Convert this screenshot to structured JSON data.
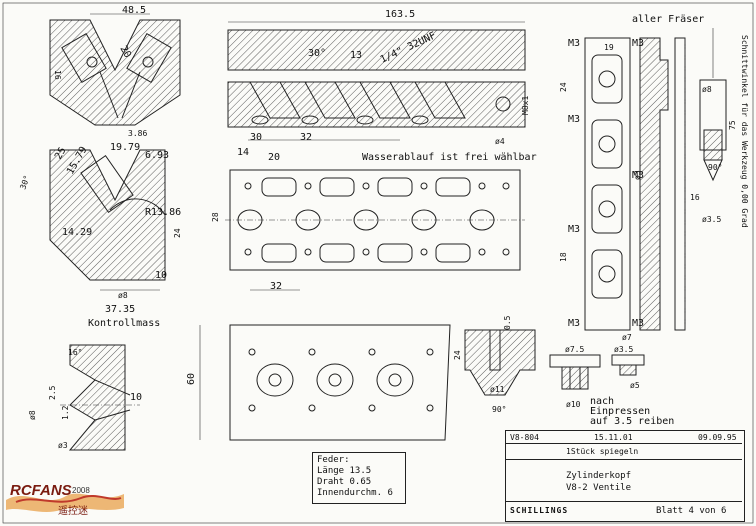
{
  "drawing": {
    "title_part": "Zylinderkopf",
    "title_variant": "V8-2 Ventile",
    "sheet": "Blatt 4 von 6",
    "drawing_no": "V8-804",
    "date_1": "15.11.01",
    "date_2": "09.09.95",
    "note_mirror": "1Stück spiegeln",
    "company": "SCHILLINGS"
  },
  "notes": {
    "fraser": "aller Fräser",
    "schnitt": "Schnittwinkel für das Werkzeug 0,00 Grad",
    "wasser": "Wasserablauf ist frei wählbar",
    "kontroll": "Kontrollmass",
    "nach": "nach",
    "einpressen": "Einpressen",
    "reiben": "auf 3.5 reiben"
  },
  "spring": {
    "heading": "Feder:",
    "laenge": "Länge 13.5",
    "draht": "Draht 0.65",
    "innen": "Innendurchm. 6"
  },
  "dims": {
    "d48_5": "48.5",
    "d163_5": "163.5",
    "d30deg": "30°",
    "d13": "13",
    "d1_4": "1/4\" 32UNF",
    "d30": "30",
    "d32": "32",
    "d14": "14",
    "d20": "20",
    "d28": "28",
    "d32b": "32",
    "d19_79": "19.79",
    "d6_93": "6.93",
    "d25": "25",
    "d15_79": "15.79",
    "d13_86": "R13.86",
    "d14_29": "14.29",
    "d24": "24",
    "d10": "10",
    "d8": "ø8",
    "d37_35": "37.35",
    "d60": "60",
    "d24b": "24",
    "d0_5": "0.5",
    "d11": "ø11",
    "d90deg": "90°",
    "d7_5": "ø7.5",
    "d10b": "ø10",
    "d3_5": "ø3.5",
    "d5": "ø5",
    "d7": "ø7",
    "d19": "19",
    "d24c": "24",
    "d18": "18",
    "d16": "16",
    "d75": "75",
    "d3": "ø3",
    "m3": "M3",
    "m8": "M8x1",
    "d4": "ø4",
    "d16deg": "16°",
    "d2_5": "2.5",
    "d1_2": "1.2",
    "d8b": "ø8",
    "d3b": "ø3"
  },
  "watermark": {
    "brand": "RCFANS",
    "year": "2008",
    "sub": "遥控迷"
  }
}
